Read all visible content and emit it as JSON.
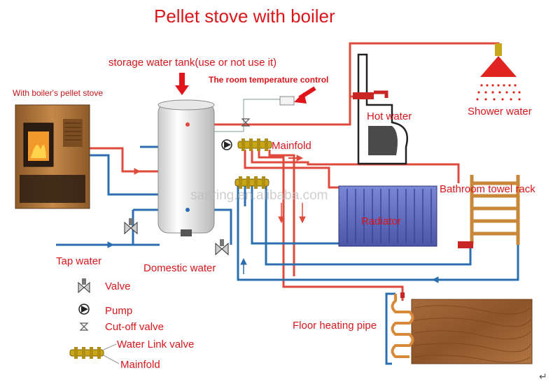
{
  "title": "Pellet stove with boiler",
  "labels": {
    "storage_tank": "storage water tank(use or not use it)",
    "room_temp_control": "The room temperature control",
    "stove": "With boiler's pellet stove",
    "hot_water": "Hot water",
    "shower_water": "Shower water",
    "mainfold": "Mainfold",
    "towel_rack": "Bathroom towel rack",
    "radiator": "Radiator",
    "watermark": "sanring.en.alibaba.com",
    "tap_water": "Tap water",
    "domestic_water": "Domestic water",
    "floor_heating": "Floor heating pipe"
  },
  "legend": {
    "valve": "Valve",
    "pump": "Pump",
    "cutoff": "Cut-off valve",
    "link_valve": "Water Link valve",
    "mainfold": "Mainfold"
  },
  "corner_glyph": "↵",
  "colors": {
    "text": "#d8161b",
    "hot_pipe": "#e04a3c",
    "cold_pipe": "#2b6fb0",
    "stove_body": "#b77a3c",
    "radiator": "#6472c4",
    "wood": "#9a6033",
    "brass": "#c9a51a"
  },
  "icons": [
    "arrow-down-icon",
    "arrow-right-icon",
    "valve-icon",
    "pump-icon",
    "cutoff-valve-icon",
    "manifold-icon",
    "shower-head-icon",
    "faucet-icon"
  ]
}
